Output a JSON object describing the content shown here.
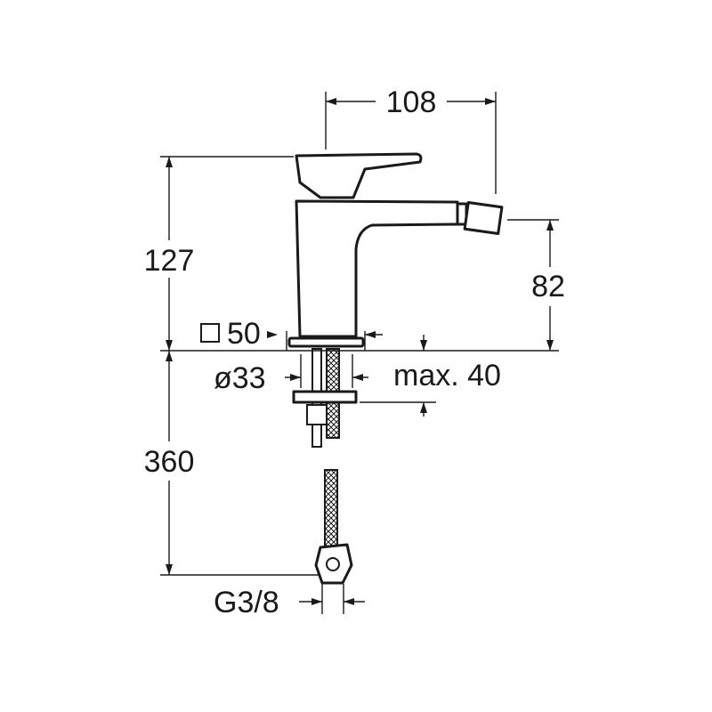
{
  "drawing": {
    "dimensions": {
      "width_top": "108",
      "height_body": "127",
      "spout_height": "82",
      "square_base": "50",
      "hole_diameter": "ø33",
      "max_deck": "max. 40",
      "hose_length": "360",
      "thread": "G3/8"
    },
    "square_symbol": "□"
  }
}
